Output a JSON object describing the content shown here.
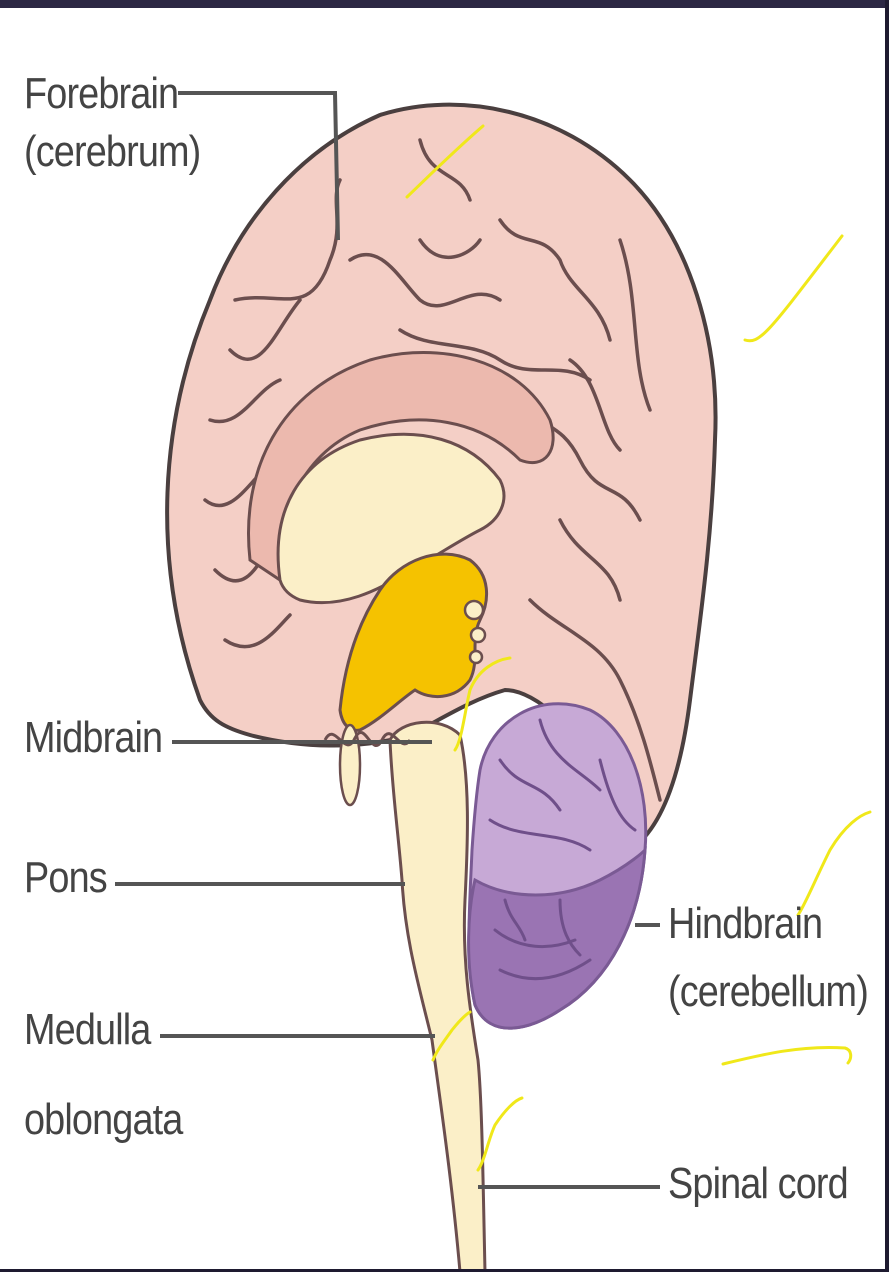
{
  "labels": {
    "forebrain": [
      "Forebrain",
      "(cerebrum)"
    ],
    "midbrain": "Midbrain",
    "pons": "Pons",
    "medulla": [
      "Medulla",
      "oblongata"
    ],
    "hindbrain": [
      "Hindbrain",
      "(cerebellum)"
    ],
    "spinal_cord": "Spinal cord"
  },
  "colors": {
    "cerebrum": "#f4cfc6",
    "cerebrum_outline": "#4a3f3f",
    "corpus": "#fbefc8",
    "midbrain_region": "#f5c200",
    "cerebellum": "#c7a9d6",
    "cerebellum_dark": "#9a74b3",
    "brainstem": "#fbefc8",
    "leader_line": "#555555",
    "annotation_ink": "#f0e81a"
  }
}
